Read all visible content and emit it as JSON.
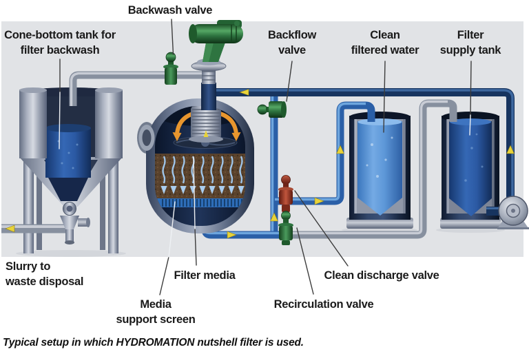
{
  "labels": {
    "backwash_valve": "Backwash valve",
    "cone_bottom_tank": "Cone-bottom tank for\nfilter backwash",
    "backflow_valve": "Backflow\nvalve",
    "clean_filtered_water": "Clean\nfiltered water",
    "filter_supply_tank": "Filter\nsupply tank",
    "slurry_to_waste": "Slurry to\nwaste disposal",
    "filter_media": "Filter media",
    "media_support_screen": "Media\nsupport screen",
    "clean_discharge_valve": "Clean discharge valve",
    "recirculation_valve": "Recirculation valve"
  },
  "caption": "Typical setup in which HYDROMATION nutshell filter is used.",
  "colors": {
    "panel_background": "#e1e3e6",
    "pipe_blue": "#2a5fa7",
    "pipe_navy": "#17345f",
    "pipe_steel": "#87909f",
    "valve_green": "#2e7d3c",
    "valve_red": "#b03a2a",
    "flow_arrow_yellow": "#e8d339",
    "filter_media_brown": "#5a422c",
    "water_light_blue": "#5b9ade",
    "water_dark_blue": "#2a5ca6",
    "label_text": "#1a1a1a"
  }
}
